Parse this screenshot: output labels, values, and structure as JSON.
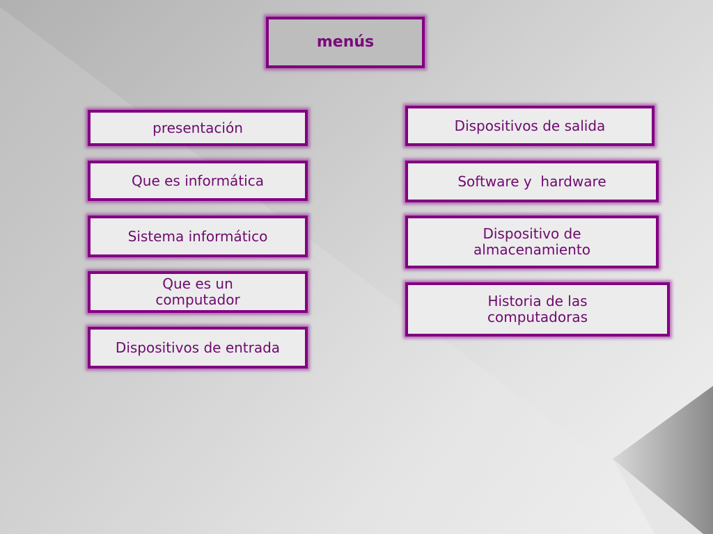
{
  "title": "menús",
  "left_menu": [
    "presentación",
    "Que es informática",
    "Sistema informático",
    "Que es un computador",
    "Dispositivos de entrada"
  ],
  "right_menu": [
    "Dispositivos de salida",
    "Software y  hardware",
    "Dispositivo de almacenamiento",
    "Historia de las computadoras"
  ],
  "colors": {
    "border": "#820082",
    "text": "#6e0a6e",
    "box_fill": "#ececec",
    "title_fill": "#bdbdbd"
  }
}
